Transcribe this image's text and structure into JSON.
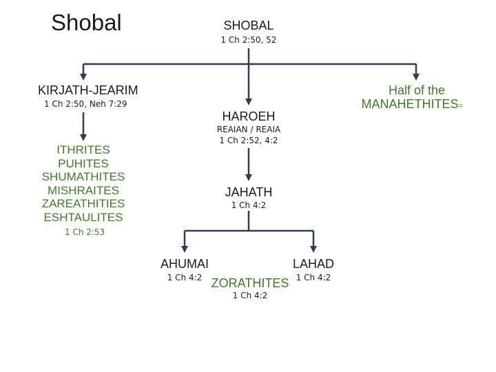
{
  "slide": {
    "title": "Shobal"
  },
  "root": {
    "name": "SHOBAL",
    "ref": "1 Ch 2:50, 52"
  },
  "kirjath": {
    "name": "KIRJATH-JEARIM",
    "ref": "1 Ch 2:50, Neh 7:29"
  },
  "manahethites": {
    "line1": "Half of the",
    "line2": "MANAHETHITES",
    "mark": "="
  },
  "haroeh": {
    "name": "HAROEH",
    "alt": "REAIAN / REAIA",
    "ref": "1 Ch 2:52, 4:2"
  },
  "families": {
    "items": [
      "ITHRITES",
      "PUHITES",
      "SHUMATHITES",
      "MISHRAITES",
      "ZAREATHITIES",
      "ESHTAULITES"
    ],
    "ref": "1 Ch 2:53"
  },
  "jahath": {
    "name": "JAHATH",
    "ref": "1 Ch 4:2"
  },
  "ahumai": {
    "name": "AHUMAI",
    "ref": "1 Ch 4:2"
  },
  "zorathites": {
    "name": "ZORATHITES",
    "ref": "1 Ch 4:2"
  },
  "lahad": {
    "name": "LAHAD",
    "ref": "1 Ch 4:2"
  },
  "colors": {
    "connector": "#2c3e55",
    "green_text": "#3d7a2a",
    "text": "#1a1a1a"
  }
}
